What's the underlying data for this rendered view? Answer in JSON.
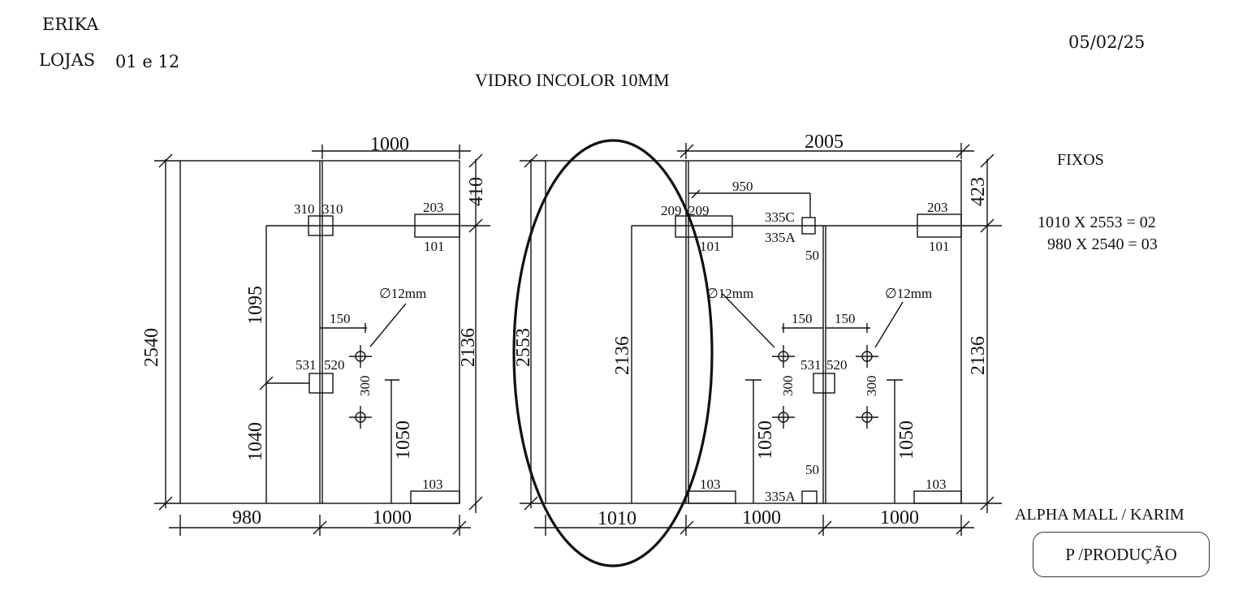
{
  "header": {
    "client": "ERIKA",
    "stores_label": "LOJAS",
    "stores_value": "01 e 12",
    "date": "05/02/25",
    "title": "VIDRO INCOLOR 10MM"
  },
  "side_panel": {
    "fixed_title": "FIXOS",
    "fixed_items": [
      "1010 X 2553 = 02",
      "980 X 2540 = 03"
    ],
    "project": "ALPHA MALL / KARIM",
    "stamp": "P /PRODUÇÃO"
  },
  "left_frame": {
    "top_width": "1000",
    "height_total": "2540",
    "top_right": "410",
    "right_height": "2136",
    "bottom_left": "980",
    "bottom_right": "1000",
    "lock_height_upper": "1095",
    "lock_height_lower": "1040",
    "handle_height": "1050",
    "top_patch_left": "310",
    "top_patch_right": "310",
    "mid_patch_left": "531",
    "mid_patch_right": "520",
    "corner_top": "203",
    "corner_top_under": "101",
    "corner_bottom": "103",
    "hole_diameter": "∅12mm",
    "hole_offset": "150",
    "hole_spacing": "300"
  },
  "right_frame": {
    "top_width": "2005",
    "height_total": "2553",
    "top_right": "423",
    "right_height": "2136",
    "inner_height": "2136",
    "bottom_left": "1010",
    "bottom_mid": "1000",
    "bottom_right": "1000",
    "top_offset": "950",
    "patch_left": "209",
    "patch_right": "209",
    "patch_under": "101",
    "patch_335c": "335C",
    "patch_335a_top": "335A",
    "gap_top": "50",
    "gap_bottom": "50",
    "patch_335a_bottom": "335A",
    "corner_top_right": "203",
    "corner_top_right_under": "101",
    "corner_bottom_left": "103",
    "corner_bottom_right": "103",
    "mid_patch_left": "531",
    "mid_patch_right": "520",
    "hole_left_diameter": "∅12mm",
    "hole_right_diameter": "∅12mm",
    "hole_offset_left": "150",
    "hole_offset_right": "150",
    "hole_spacing_left": "300",
    "hole_spacing_right": "300",
    "handle_height_left": "1050",
    "handle_height_right": "1050"
  }
}
